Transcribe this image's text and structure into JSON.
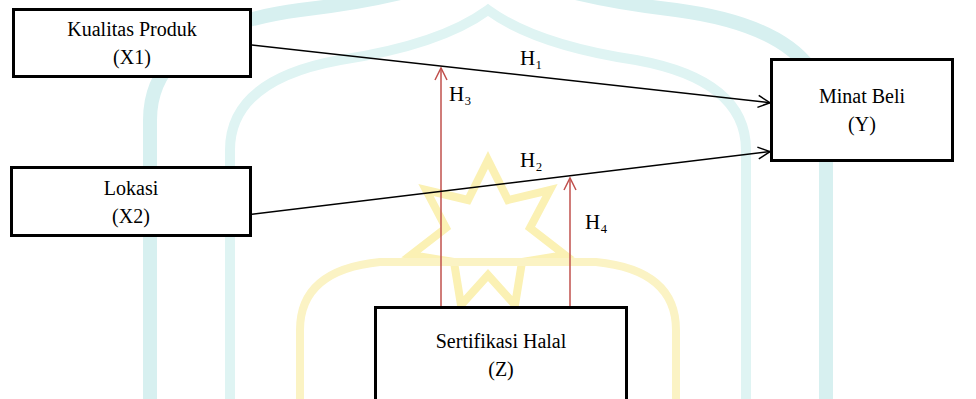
{
  "diagram": {
    "nodes": [
      {
        "text": [
          "Kualitas Produk",
          "(X1)"
        ]
      },
      {
        "text": [
          "Lokasi",
          "(X2)"
        ]
      },
      {
        "text": [
          "Minat Beli",
          "(Y)"
        ]
      },
      {
        "text": [
          "Sertifikasi Halal",
          "(Z)"
        ]
      }
    ],
    "edges": [
      {
        "from": 0,
        "to": 2,
        "arrow": "to",
        "label": "H₁"
      },
      {
        "from": 1,
        "to": 2,
        "arrow": "to",
        "label": "H₂"
      }
    ],
    "labels": [
      "H₃",
      "H₄"
    ]
  }
}
